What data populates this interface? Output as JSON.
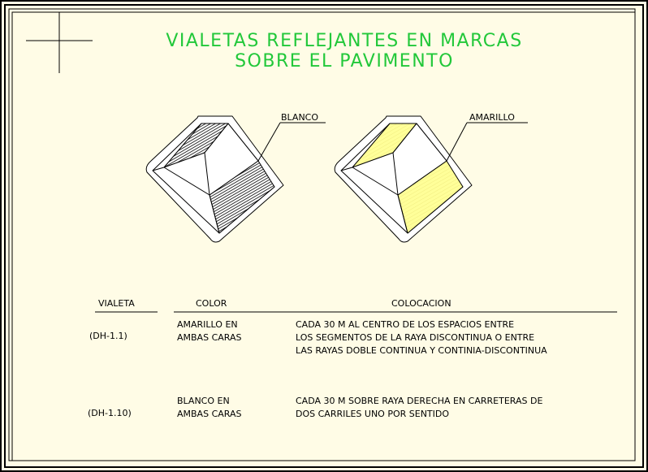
{
  "title": {
    "line1": "VIALETAS REFLEJANTES EN MARCAS",
    "line2": "SOBRE EL PAVIMENTO"
  },
  "labels": {
    "white": "BLANCO",
    "yellow": "AMARILLO"
  },
  "table": {
    "headers": [
      "VIALETA",
      "COLOR",
      "COLOCACION"
    ],
    "rows": [
      {
        "code": "(DH-1.1)",
        "color_lines": [
          "AMARILLO EN",
          "AMBAS CARAS"
        ],
        "placement_lines": [
          "CADA 30 M AL CENTRO DE LOS ESPACIOS ENTRE",
          "LOS SEGMENTOS DE LA RAYA DISCONTINUA O ENTRE",
          "LAS RAYAS DOBLE CONTINUA Y CONTINIA-DISCONTINUA"
        ]
      },
      {
        "code": "(DH-1.10)",
        "color_lines": [
          "BLANCO EN",
          "AMBAS CARAS"
        ],
        "placement_lines": [
          "CADA 30 M SOBRE RAYA DERECHA EN CARRETERAS DE",
          "DOS CARRILES UNO POR SENTIDO"
        ]
      }
    ]
  },
  "colors": {
    "sheet": "#fffce6",
    "title": "#22c83a",
    "ink": "#000000",
    "yellow_face": "#ffff99"
  }
}
